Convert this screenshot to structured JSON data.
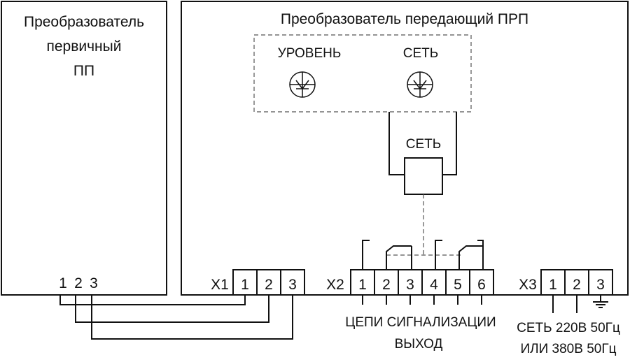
{
  "primary": {
    "title_lines": [
      "Преобразователь",
      "первичный",
      "ПП"
    ],
    "terminals": [
      "1",
      "2",
      "3"
    ]
  },
  "transmitter": {
    "title": "Преобразователь передающий ПРП",
    "indicators": [
      {
        "label": "УРОВЕНЬ",
        "icon": "led-icon"
      },
      {
        "label": "СЕТЬ",
        "icon": "led-icon"
      }
    ],
    "relay_label": "СЕТЬ"
  },
  "connectors": {
    "x1": {
      "name": "X1",
      "pins": [
        "1",
        "2",
        "3"
      ]
    },
    "x2": {
      "name": "X2",
      "pins": [
        "1",
        "2",
        "3",
        "4",
        "5",
        "6"
      ]
    },
    "x3": {
      "name": "X3",
      "pins": [
        "1",
        "2",
        "3"
      ]
    }
  },
  "captions": {
    "x2_line1": "ЦЕПИ СИГНАЛИЗАЦИИ",
    "x2_line2": "ВЫХОД",
    "x3_line1": "СЕТЬ 220В 50Гц",
    "x3_line2": "ИЛИ 380В 50Гц"
  },
  "colors": {
    "line": "#111111",
    "dash": "#555555"
  }
}
